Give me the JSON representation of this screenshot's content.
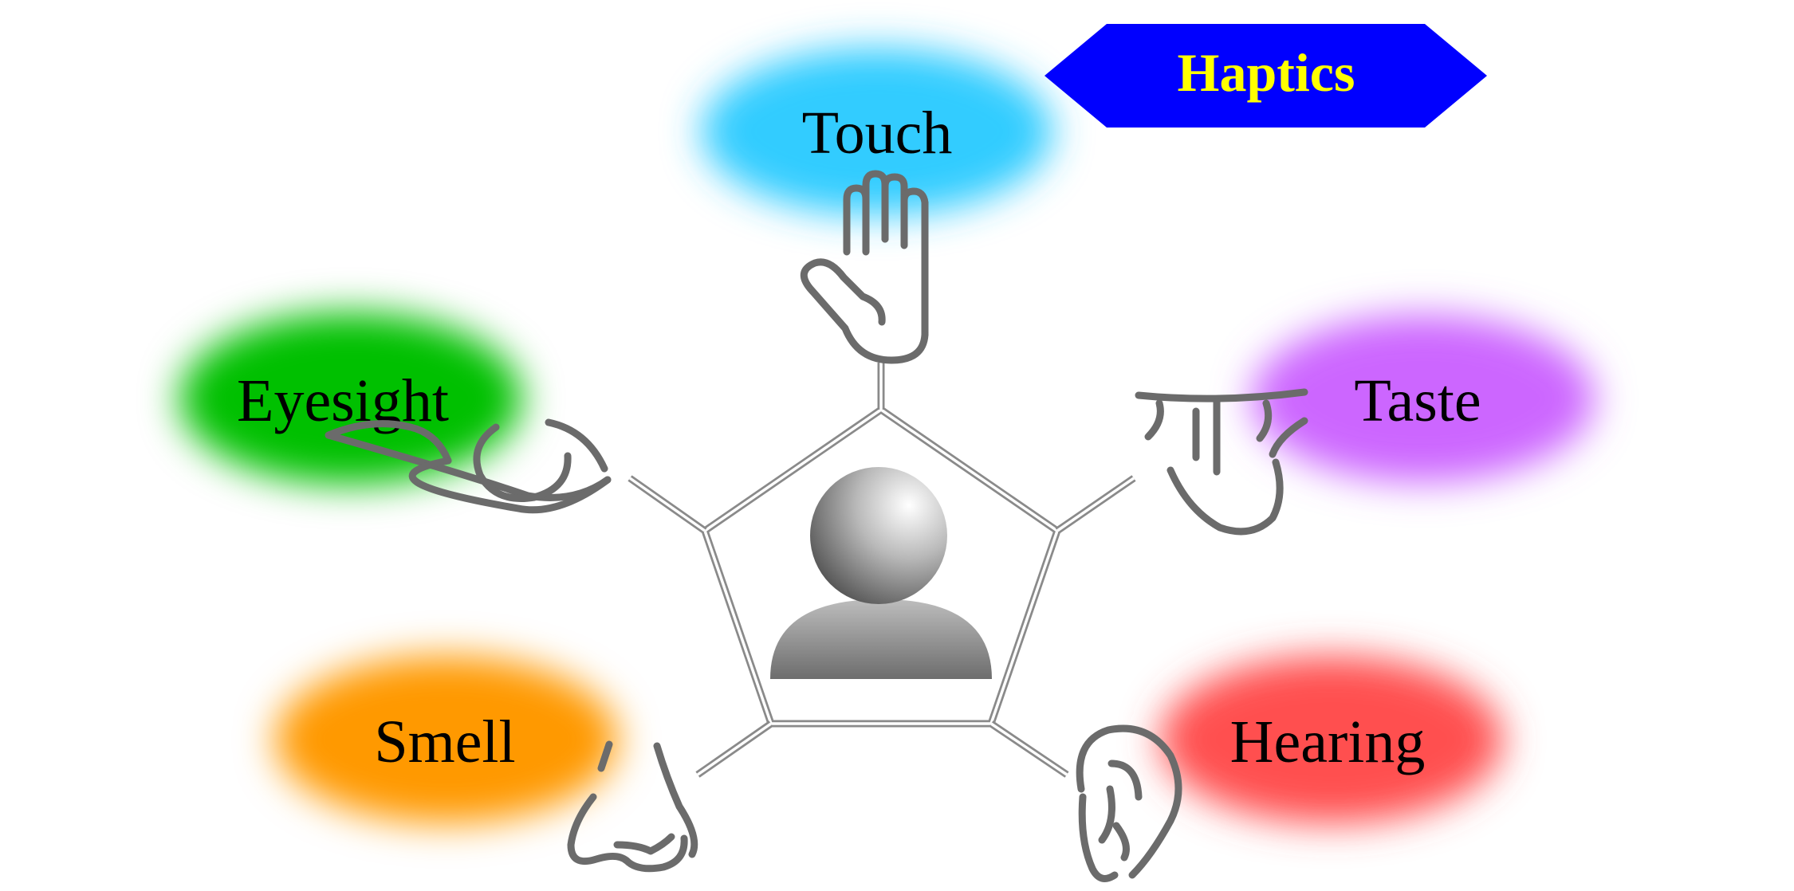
{
  "banner": {
    "label": "Haptics",
    "fill": "#0000ff",
    "text_color": "#ffff00"
  },
  "senses": [
    {
      "id": "touch",
      "label": "Touch",
      "color": "#33ccff",
      "icon": "hand-icon"
    },
    {
      "id": "eyesight",
      "label": "Eyesight",
      "color": "#00c000",
      "icon": "eye-icon"
    },
    {
      "id": "taste",
      "label": "Taste",
      "color": "#cc66ff",
      "icon": "tongue-icon"
    },
    {
      "id": "smell",
      "label": "Smell",
      "color": "#ff9900",
      "icon": "nose-icon"
    },
    {
      "id": "hearing",
      "label": "Hearing",
      "color": "#ff5050",
      "icon": "ear-icon"
    }
  ],
  "center": {
    "icon": "person-icon"
  }
}
